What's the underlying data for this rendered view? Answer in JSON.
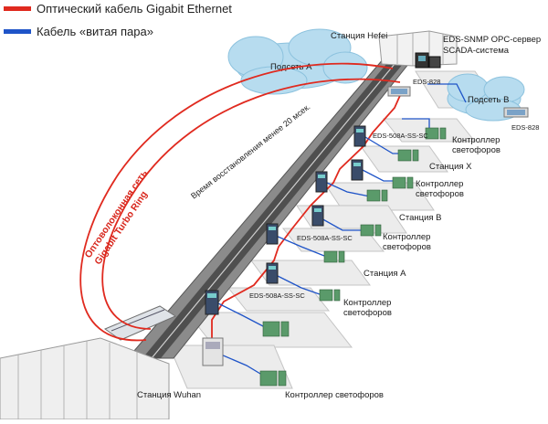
{
  "legend": {
    "fiber": {
      "label": "Оптический кабель Gigabit Ethernet",
      "color": "#e02a1f"
    },
    "twisted": {
      "label": "Кабель «витая пара»",
      "color": "#1f54c8"
    }
  },
  "clouds": {
    "a": "Подсеть A",
    "b": "Подсеть B"
  },
  "ring": {
    "title_line1": "Оптоволоконная сеть",
    "title_line2": "Gigabit Turbo Ring",
    "recovery": "Время восстановления менее 20 мсек."
  },
  "stations": {
    "hefei": "Станция Hefei",
    "x": "Станция X",
    "b": "Станция B",
    "a": "Станция A",
    "wuhan": "Станция Wuhan"
  },
  "servers": {
    "line1": "EDS-SNMP OPC-сервер",
    "line2": "SCADA-система"
  },
  "devices": {
    "eds828": "EDS-828",
    "eds508": "EDS-508A-SS-SC"
  },
  "controllers": {
    "line1": "Контроллер",
    "line2": "светофоров",
    "wuhan": "Контроллер светофоров"
  },
  "colors": {
    "platform": "#e9e9e9",
    "platform_edge": "#b9b9b9",
    "cloud": "#b7dcef",
    "tunnel": "#6f6f6f",
    "switch": "#3a4c6a",
    "controller": "#5a9a6a"
  }
}
